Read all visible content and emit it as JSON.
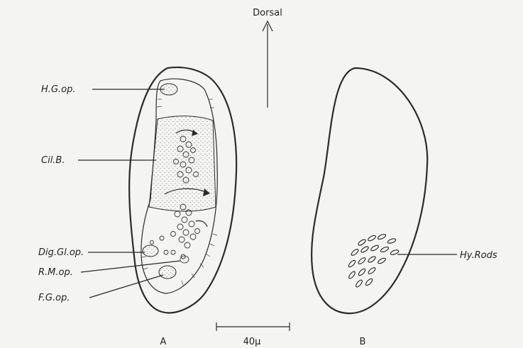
{
  "orientation": {
    "label": "Dorsal"
  },
  "specimen_a": {
    "panel_label": "A",
    "labels": {
      "hg_op": "H.G.op.",
      "cil_b": "Cil.B.",
      "dig_gl_op": "Dig.Gl.op.",
      "rm_op": "R.M.op.",
      "fg_op": "F.G.op."
    }
  },
  "specimen_b": {
    "panel_label": "B",
    "labels": {
      "hy_rods": "Hy.Rods"
    }
  },
  "scale_bar": {
    "label": "40μ"
  }
}
